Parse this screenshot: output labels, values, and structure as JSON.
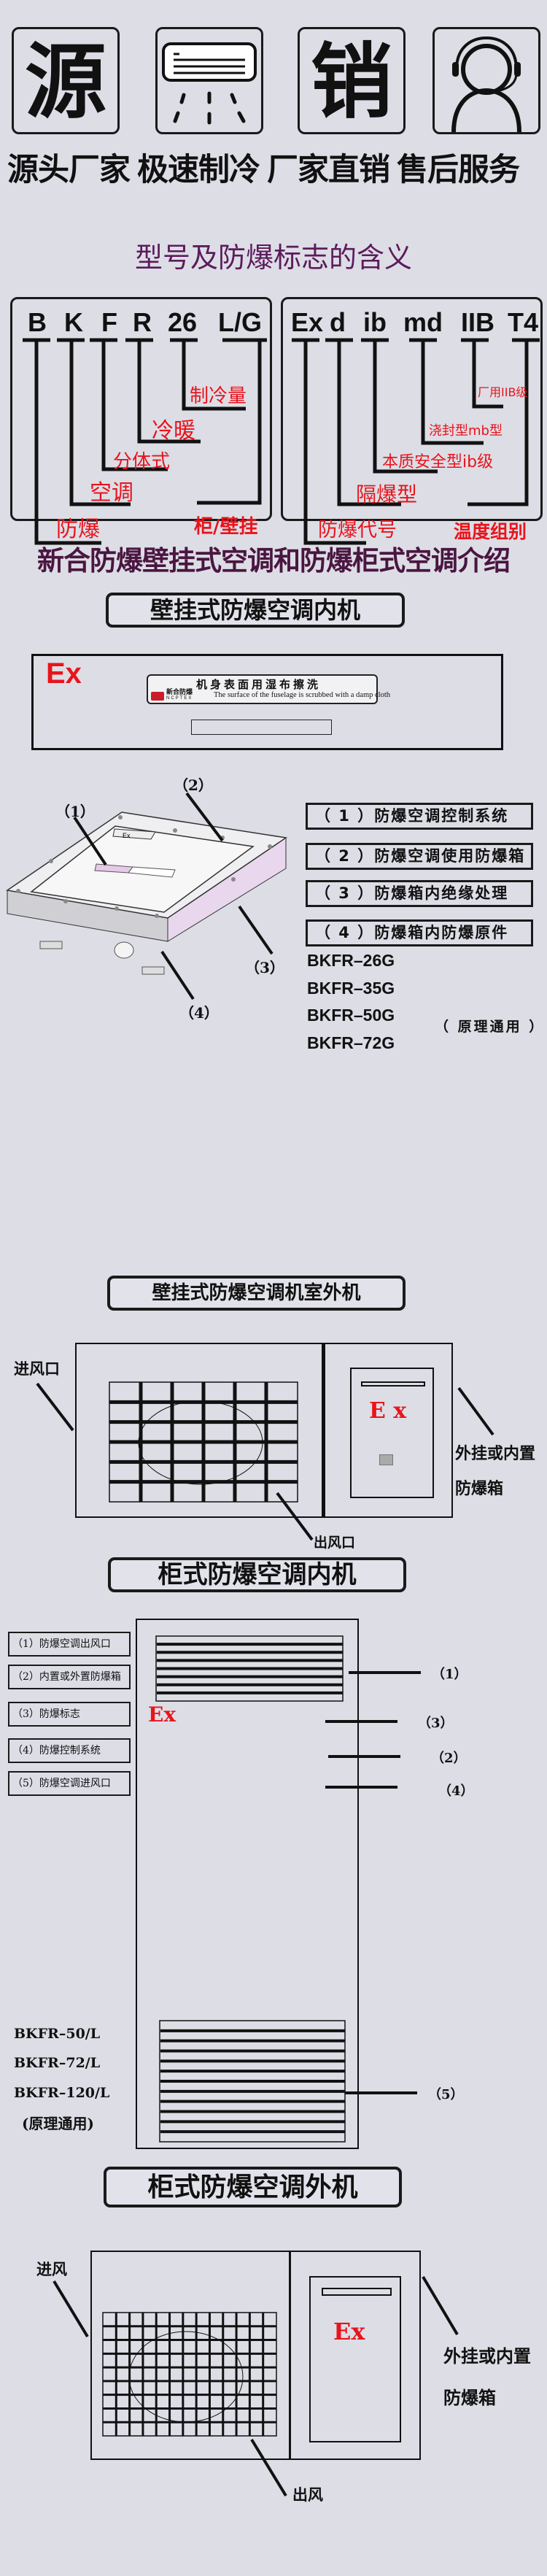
{
  "icons": [
    {
      "name": "source-char",
      "glyph": "源"
    },
    {
      "name": "air-conditioner-icon"
    },
    {
      "name": "sales-char",
      "glyph": "销"
    },
    {
      "name": "headset-service-icon"
    }
  ],
  "slogans": [
    "源头厂家",
    "极速制冷",
    "厂家直销",
    "售后服务"
  ],
  "meaning_title": "型号及防爆标志的含义",
  "model_code": {
    "parts": [
      "B",
      "K",
      "F",
      "R",
      "26",
      "L/G"
    ],
    "labels": [
      "防爆",
      "空调",
      "分体式",
      "冷暖",
      "制冷量",
      "柜/壁挂"
    ]
  },
  "ex_code": {
    "parts": [
      "Ex",
      "d",
      "ib",
      "md",
      "IIB",
      "T4"
    ],
    "labels": [
      "防爆代号",
      "隔爆型",
      "本质安全型ib级",
      "浇封型mb型",
      "厂用IIB级",
      "温度组别"
    ]
  },
  "intro_title": "新合防爆壁挂式空调和防爆柜式空调介绍",
  "wall_indoor": {
    "title": "壁挂式防爆空调内机",
    "ex_mark": "Ex",
    "plate_cn": "机身表面用湿布擦洗",
    "plate_en": "The surface of the fuselage is scrubbed with a damp cloth",
    "plate_brand": "新合防爆",
    "plate_brand_en": "NCPTEX",
    "box_ex": "Ex",
    "callouts": [
      "（1）",
      "（2）",
      "（3）",
      "（4）"
    ],
    "legend": [
      "（ 1 ）防爆空调控制系统",
      "（ 2 ）防爆空调使用防爆箱",
      "（ 3 ）防爆箱内绝缘处理",
      "（ 4 ）防爆箱内防爆原件"
    ],
    "models": [
      "BKFR–26G",
      "BKFR–35G",
      "BKFR–50G",
      "BKFR–72G"
    ],
    "note": "（ 原理通用 ）"
  },
  "wall_outdoor": {
    "title": "壁挂式防爆空调机室外机",
    "inlet": "进风口",
    "outlet": "出风口",
    "ex_mark": "E x",
    "box_label_1": "外挂或内置",
    "box_label_2": "防爆箱"
  },
  "cabinet_indoor": {
    "title": "柜式防爆空调内机",
    "legend": [
      "（1）防爆空调出风口",
      "（2）内置或外置防爆箱",
      "（3）防爆标志",
      "（4）防爆控制系统",
      "（5）防爆空调进风口"
    ],
    "ex_mark": "Ex",
    "callouts": [
      "（1）",
      "（3）",
      "（2）",
      "（4）",
      "（5）"
    ],
    "models": [
      "BKFR–50/L",
      "BKFR–72/L",
      "BKFR–120/L"
    ],
    "note": "(原理通用)"
  },
  "cabinet_outdoor": {
    "title": "柜式防爆空调外机",
    "inlet": "进风",
    "outlet": "出风",
    "ex_mark": "Ex",
    "box_label_1": "外挂或内置",
    "box_label_2": "防爆箱"
  },
  "colors": {
    "background": "#dddde6",
    "accent_red": "#e8141a",
    "title_purple": "#5b1c5b"
  }
}
